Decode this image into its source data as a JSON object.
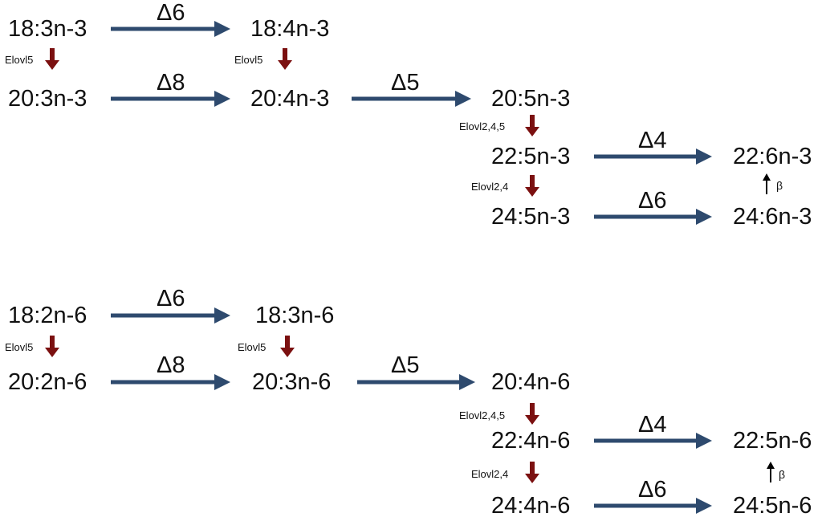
{
  "colors": {
    "desaturase_arrow": "#2e4a6e",
    "elongase_arrow": "#7b1010",
    "beta_arrow": "#000000",
    "text": "#111111"
  },
  "omega3": {
    "nodes": {
      "n18_3": "18:3n-3",
      "n18_4": "18:4n-3",
      "n20_3": "20:3n-3",
      "n20_4": "20:4n-3",
      "n20_5": "20:5n-3",
      "n22_5": "22:5n-3",
      "n22_6": "22:6n-3",
      "n24_5": "24:5n-3",
      "n24_6": "24:6n-3"
    },
    "desaturases": {
      "d6_top": "Δ6",
      "d8": "Δ8",
      "d5": "Δ5",
      "d4": "Δ4",
      "d6_bottom": "Δ6"
    },
    "elongases": {
      "e1": "Elovl5",
      "e2": "Elovl5",
      "e3": "Elovl2,4,5",
      "e4": "Elovl2,4"
    },
    "beta": "β"
  },
  "omega6": {
    "nodes": {
      "n18_2": "18:2n-6",
      "n18_3": "18:3n-6",
      "n20_2": "20:2n-6",
      "n20_3": "20:3n-6",
      "n20_4": "20:4n-6",
      "n22_4": "22:4n-6",
      "n22_5": "22:5n-6",
      "n24_4": "24:4n-6",
      "n24_5": "24:5n-6"
    },
    "desaturases": {
      "d6_top": "Δ6",
      "d8": "Δ8",
      "d5": "Δ5",
      "d4": "Δ4",
      "d6_bottom": "Δ6"
    },
    "elongases": {
      "e1": "Elovl5",
      "e2": "Elovl5",
      "e3": "Elovl2,4,5",
      "e4": "Elovl2,4"
    },
    "beta": "β"
  }
}
